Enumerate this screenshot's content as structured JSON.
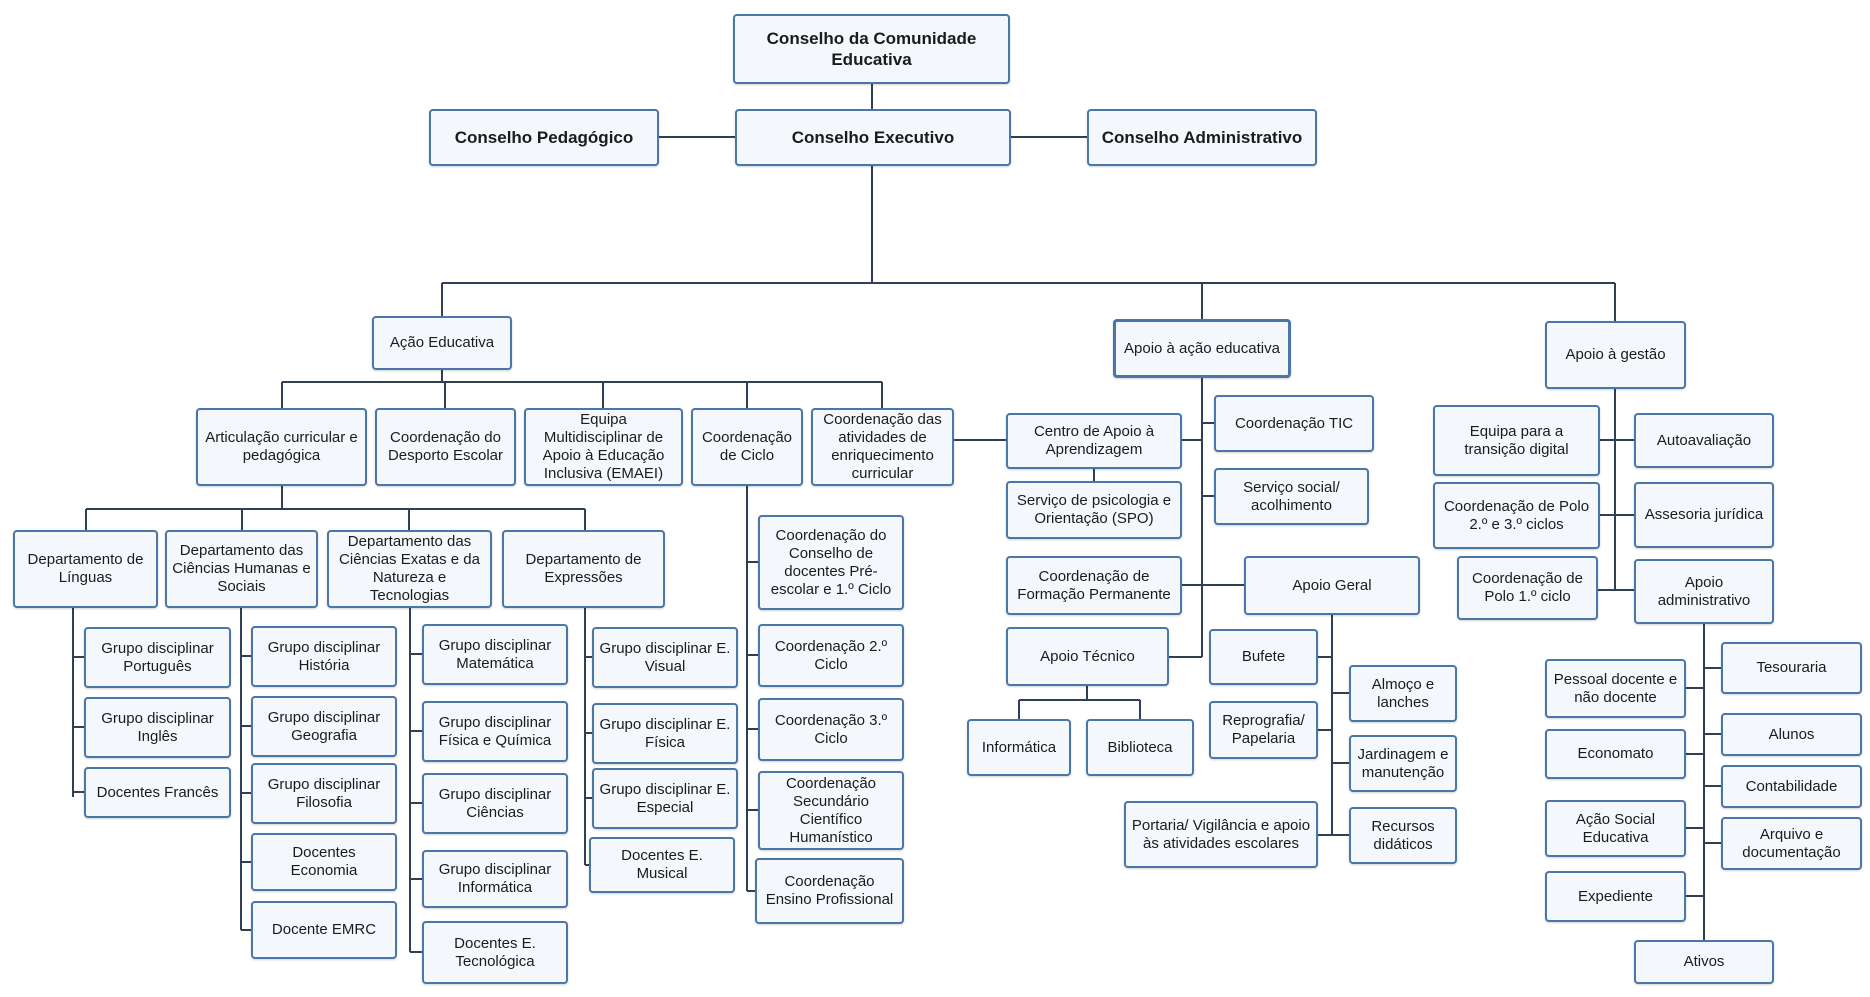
{
  "nodes": {
    "conselho_comunidade": "Conselho da Comunidade Educativa",
    "conselho_pedagogico": "Conselho Pedagógico",
    "conselho_executivo": "Conselho Executivo",
    "conselho_administrativo": "Conselho Administrativo",
    "acao_educativa": "Ação Educativa",
    "apoio_acao_educativa": "Apoio à ação educativa",
    "apoio_gestao": "Apoio à gestão",
    "articulacao": "Articulação curricular e pedagógica",
    "coord_desporto": "Coordenação do Desporto Escolar",
    "emaei": "Equipa Multidisciplinar de Apoio à Educação Inclusiva (EMAEI)",
    "coord_ciclo": "Coordenação de Ciclo",
    "coord_enriquecimento": "Coordenação das atividades de enriquecimento curricular",
    "dep_linguas": "Departamento de Línguas",
    "dep_humanas": "Departamento das Ciências Humanas e Sociais",
    "dep_exatas": "Departamento das Ciências Exatas e da Natureza e Tecnologias",
    "dep_expressoes": "Departamento de Expressões",
    "gd_portugues": "Grupo disciplinar Português",
    "gd_ingles": "Grupo disciplinar Inglês",
    "doc_frances": "Docentes Francês",
    "gd_historia": "Grupo disciplinar História",
    "gd_geografia": "Grupo disciplinar Geografia",
    "gd_filosofia": "Grupo disciplinar Filosofia",
    "doc_economia": "Docentes Economia",
    "doc_emrc": "Docente EMRC",
    "gd_matematica": "Grupo disciplinar Matemática",
    "gd_fisica_quimica": "Grupo disciplinar Física e Química",
    "gd_ciencias": "Grupo disciplinar Ciências",
    "gd_informatica": "Grupo disciplinar Informática",
    "doc_e_tecnologica": "Docentes E. Tecnológica",
    "gd_e_visual": "Grupo disciplinar E. Visual",
    "gd_e_fisica": "Grupo disciplinar E. Física",
    "gd_e_especial": "Grupo disciplinar E. Especial",
    "doc_e_musical": "Docentes E. Musical",
    "coord_conselho_docentes": "Coordenação do Conselho de docentes Pré-escolar e 1.º Ciclo",
    "coord_2_ciclo": "Coordenação 2.º Ciclo",
    "coord_3_ciclo": "Coordenação 3.º Ciclo",
    "coord_secundario": "Coordenação Secundário Científico Humanístico",
    "coord_profissional": "Coordenação Ensino Profissional",
    "centro_apoio": "Centro de Apoio à Aprendizagem",
    "coord_tic": "Coordenação TIC",
    "spo": "Serviço de psicologia e Orientação (SPO)",
    "servico_social": "Serviço social/ acolhimento",
    "coord_formacao": "Coordenação de Formação Permanente",
    "apoio_geral": "Apoio Geral",
    "apoio_tecnico": "Apoio Técnico",
    "bufete": "Bufete",
    "almoco": "Almoço e lanches",
    "reprografia": "Reprografia/ Papelaria",
    "jardinagem": "Jardinagem e manutenção",
    "informatica": "Informática",
    "biblioteca": "Biblioteca",
    "portaria": "Portaria/ Vigilância e apoio às atividades escolares",
    "recursos": "Recursos didáticos",
    "equipa_digital": "Equipa para a transição digital",
    "autoavaliacao": "Autoavaliação",
    "coord_polo_23": "Coordenação de Polo 2.º e 3.º ciclos",
    "assessoria": "Assesoria jurídica",
    "coord_polo_1": "Coordenação de Polo 1.º ciclo",
    "apoio_administrativo": "Apoio administrativo",
    "pessoal": "Pessoal docente e não docente",
    "tesouraria": "Tesouraria",
    "alunos": "Alunos",
    "economato": "Economato",
    "contabilidade": "Contabilidade",
    "acao_social": "Ação Social Educativa",
    "arquivo": "Arquivo e documentação",
    "expediente": "Expediente",
    "ativos": "Ativos"
  },
  "colors": {
    "line": "#2f3f55",
    "border": "#4a76a8",
    "fill": "#f4f8fc"
  }
}
